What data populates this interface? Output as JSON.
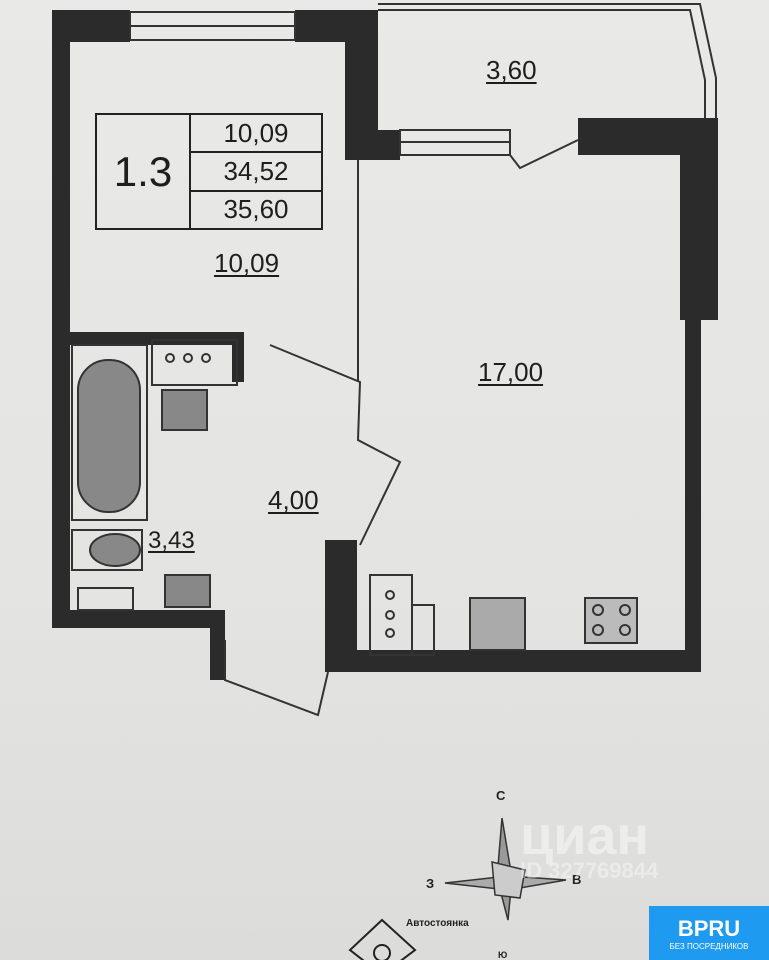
{
  "apartment": {
    "number": "1.3",
    "summary_values": [
      "10,09",
      "34,52",
      "35,60"
    ]
  },
  "rooms": {
    "room_left_area": "10,09",
    "balcony_area": "3,60",
    "main_room_area": "17,00",
    "hallway_area": "4,00",
    "bathroom_area": "3,43"
  },
  "compass": {
    "north": "С",
    "south": "Ю",
    "west": "З",
    "east": "В"
  },
  "site_labels": {
    "parking": "Автостоянка"
  },
  "watermarks": {
    "cian": "циан",
    "cian_id": "ID 327769844",
    "bpru_logo": "BPRU",
    "bpru_tagline": "БЕЗ ПОСРЕДНИКОВ"
  },
  "colors": {
    "wall": "#2a2a2a",
    "paper": "#e8e8e6",
    "bpru_blue": "#1e9bf0"
  }
}
